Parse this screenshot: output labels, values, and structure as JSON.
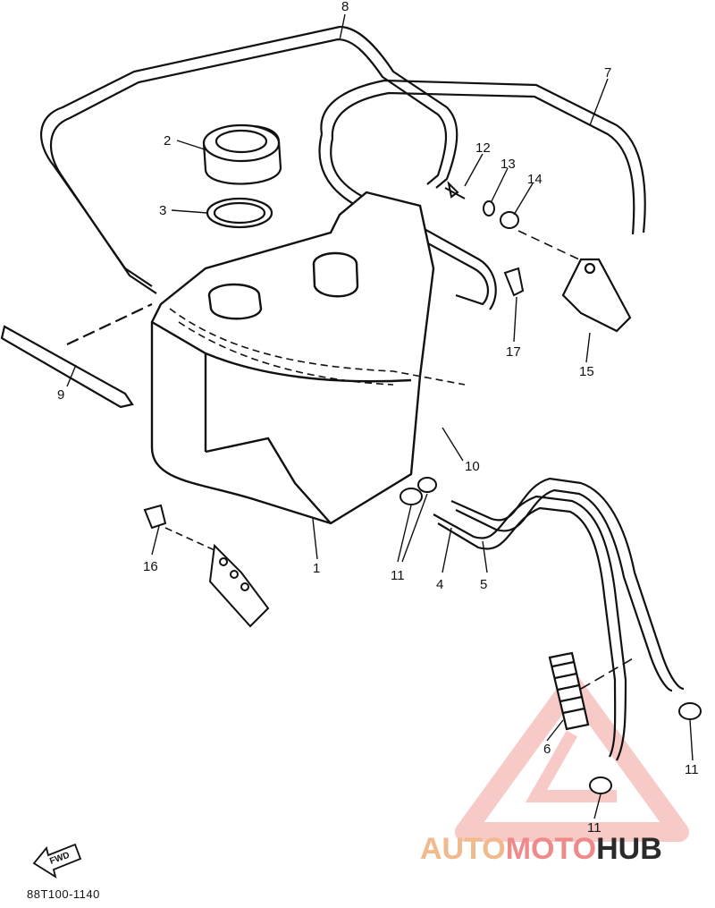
{
  "diagram": {
    "part_labels": [
      "1",
      "2",
      "3",
      "4",
      "5",
      "6",
      "7",
      "8",
      "9",
      "10",
      "11",
      "11",
      "11",
      "12",
      "13",
      "14",
      "15",
      "16",
      "17"
    ],
    "fwd_label": "FWD",
    "reference_code": "88T100-1140"
  },
  "watermark": {
    "part1": "AUTO",
    "part2": "MOTO",
    "part3": "HUB",
    "colors": {
      "auto": "#f2b98c",
      "moto": "#f08a8a",
      "hub": "#2a2a2a",
      "triangle": "#f4a09a"
    }
  }
}
